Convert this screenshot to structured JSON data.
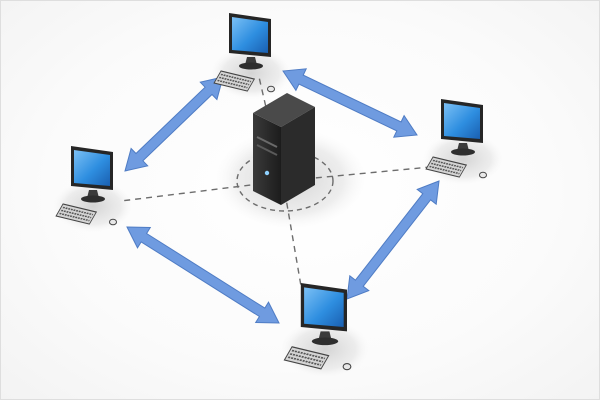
{
  "diagram": {
    "type": "peer-to-peer network with central server",
    "colors": {
      "arrow": "#6f9be0",
      "arrow_edge": "#4f7cc4",
      "screen": "#2e8ee0",
      "server": "#2b2b2b",
      "connection_line": "#6d6d6d",
      "shadow": "#d6d6d6"
    },
    "server": {
      "icon": "tower-server-icon"
    },
    "workstations": [
      {
        "id": "top",
        "icon": "desktop-computer-icon"
      },
      {
        "id": "left",
        "icon": "desktop-computer-icon"
      },
      {
        "id": "right",
        "icon": "desktop-computer-icon"
      },
      {
        "id": "bottom",
        "icon": "desktop-computer-icon"
      }
    ],
    "connections": {
      "dashed_server_links": [
        "top",
        "left",
        "right",
        "bottom"
      ],
      "bidirectional_arrows": [
        [
          "top",
          "left"
        ],
        [
          "top",
          "right"
        ],
        [
          "right",
          "bottom"
        ],
        [
          "left",
          "bottom"
        ]
      ]
    }
  }
}
